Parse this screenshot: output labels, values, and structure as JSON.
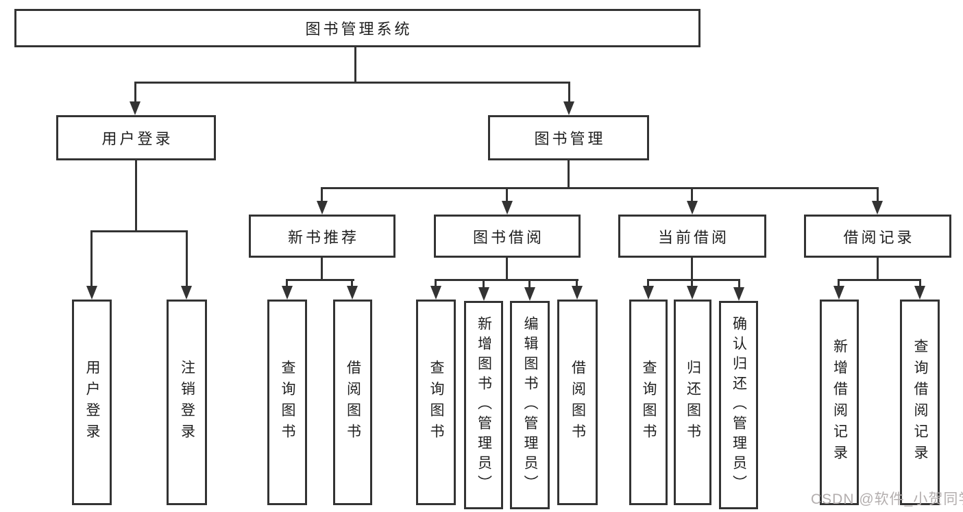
{
  "diagram": {
    "type": "tree",
    "root": {
      "label": "图书管理系统"
    },
    "branches": {
      "user": {
        "label": "用户登录",
        "children": [
          {
            "label": "用户登录"
          },
          {
            "label": "注销登录"
          }
        ]
      },
      "mgmt": {
        "label": "图书管理",
        "groups": [
          {
            "label": "新书推荐",
            "children": [
              {
                "label": "查询图书"
              },
              {
                "label": "借阅图书"
              }
            ]
          },
          {
            "label": "图书借阅",
            "children": [
              {
                "label": "查询图书"
              },
              {
                "label": "新增图书（管理员）"
              },
              {
                "label": "编辑图书（管理员）"
              },
              {
                "label": "借阅图书"
              }
            ]
          },
          {
            "label": "当前借阅",
            "children": [
              {
                "label": "查询图书"
              },
              {
                "label": "归还图书"
              },
              {
                "label": "确认归还（管理员）"
              }
            ]
          },
          {
            "label": "借阅记录",
            "children": [
              {
                "label": "新增借阅记录"
              },
              {
                "label": "查询借阅记录"
              }
            ]
          }
        ]
      }
    }
  },
  "watermark": {
    "text": "CSDN @软件_小贺同学"
  },
  "colors": {
    "line": "#333333",
    "box_border": "#333333",
    "box_fill": "#ffffff",
    "text": "#1f1f1f",
    "watermark": "#b3aeae",
    "background": "#ffffff"
  }
}
